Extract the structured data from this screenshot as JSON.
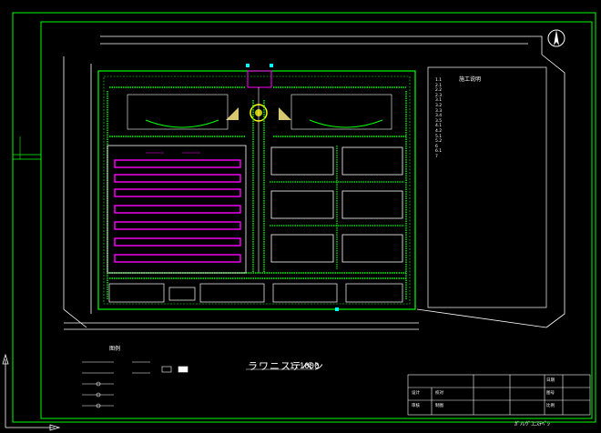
{
  "drawing": {
    "title": "ラワニステペン",
    "scale": "1:1000",
    "sheet_name": "ｶﾞﾉﾚｳﾞｺﾆｽﾃﾍﾟｼ"
  },
  "notes": {
    "heading": "施工说明",
    "lines": [
      "1.1",
      "2.1",
      "2.2",
      "2.3",
      "3.1",
      "3.2",
      "3.3",
      "3.4",
      "3.5",
      "4.1",
      "4.2",
      "5.1",
      "5.2",
      "6",
      "6.1",
      "7"
    ]
  },
  "legend": {
    "heading": "图例"
  },
  "title_block": {
    "cells": [
      "设计",
      "审核",
      "校对",
      "制图",
      "日期",
      "图号",
      "比例"
    ]
  },
  "colors": {
    "frame": "#00ff00",
    "building": "#ff00ff",
    "road": "#ffffff",
    "tree": "#00ff00",
    "water": "#00ffff",
    "highlight": "#ffff00"
  }
}
